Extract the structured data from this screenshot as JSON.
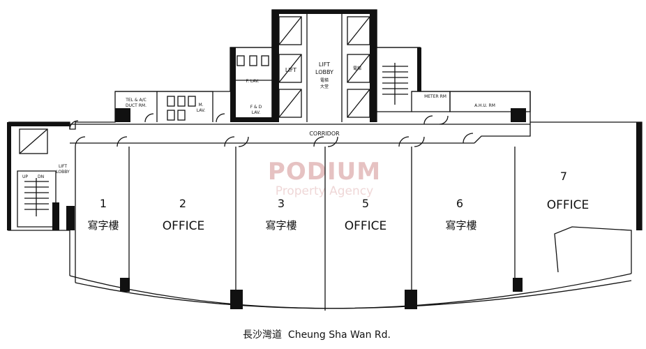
{
  "watermark": {
    "line1": "PODIUM",
    "line2": "Property Agency"
  },
  "labels": {
    "corridor": "CORRIDOR",
    "lift_lobby_left": "LIFT\nLOBBY",
    "lift_lobby_center": "LIFT\nLOBBY\n電梯\n大堂",
    "lift_left_shaft": "LIFT",
    "lift_right_shaft": "電梯",
    "tel_duct": "TEL & A/C\nDUCT RM.",
    "m_lav": "M.\nLAV.",
    "f_lav": "F. LAV.",
    "fd_lav": "F & D\nLAV.",
    "meter_rm": "METER RM",
    "ahu_rm": "A.H.U. RM",
    "stair_up": "UP",
    "stair_dn": "DN"
  },
  "units": [
    {
      "id": "1",
      "number": "1",
      "name": "寫字樓"
    },
    {
      "id": "2",
      "number": "2",
      "name": "OFFICE"
    },
    {
      "id": "3",
      "number": "3",
      "name": "寫字樓"
    },
    {
      "id": "5",
      "number": "5",
      "name": "OFFICE"
    },
    {
      "id": "6",
      "number": "6",
      "name": "寫字樓"
    },
    {
      "id": "7",
      "number": "7",
      "name": "OFFICE"
    }
  ],
  "street": "長沙灣道  Cheung Sha Wan Rd."
}
